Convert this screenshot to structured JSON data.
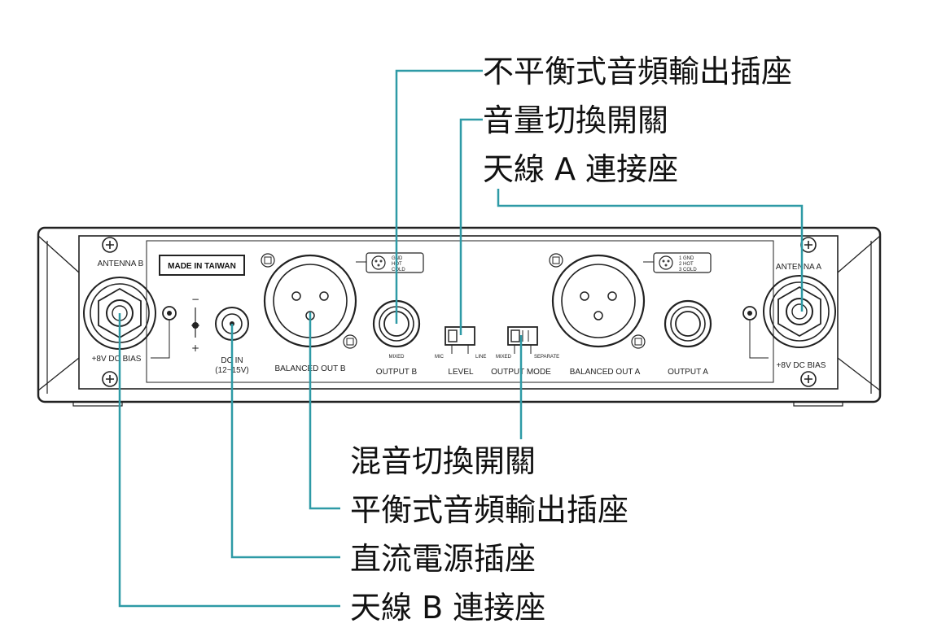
{
  "callouts": {
    "unbalanced_output": "不平衡式音頻輸出插座",
    "level_switch": "音量切換開關",
    "antenna_a": "天線 A 連接座",
    "mix_switch": "混音切換開關",
    "balanced_output": "平衡式音頻輸出插座",
    "dc_power": "直流電源插座",
    "antenna_b": "天線 B 連接座"
  },
  "panel": {
    "made_in": "MADE IN TAIWAN",
    "antenna_b": "ANTENNA B",
    "antenna_a": "ANTENNA A",
    "bias_b": "+8V DC BIAS",
    "bias_a": "+8V DC BIAS",
    "dc_in": "DC IN",
    "dc_range": "(12~15V)",
    "polarity_minus": "−",
    "polarity_plus": "+",
    "balanced_out_b": "BALANCED OUT B",
    "balanced_out_a": "BALANCED OUT A",
    "output_b": "OUTPUT B",
    "output_a": "OUTPUT A",
    "mixed_b": "MIXED",
    "level": "LEVEL",
    "mic": "MIC",
    "line": "LINE",
    "output_mode": "OUTPUT MODE",
    "mixed_mode": "MIXED",
    "separate": "SEPARATE",
    "pin_gnd_b": "GND",
    "pin_hot_b": "HOT",
    "pin_cold_b": "COLD",
    "pin_gnd_a": "1 GND",
    "pin_hot_a": "2 HOT",
    "pin_cold_a": "3 COLD"
  },
  "colors": {
    "leader": "#2e9aa6",
    "outline": "#222222"
  }
}
